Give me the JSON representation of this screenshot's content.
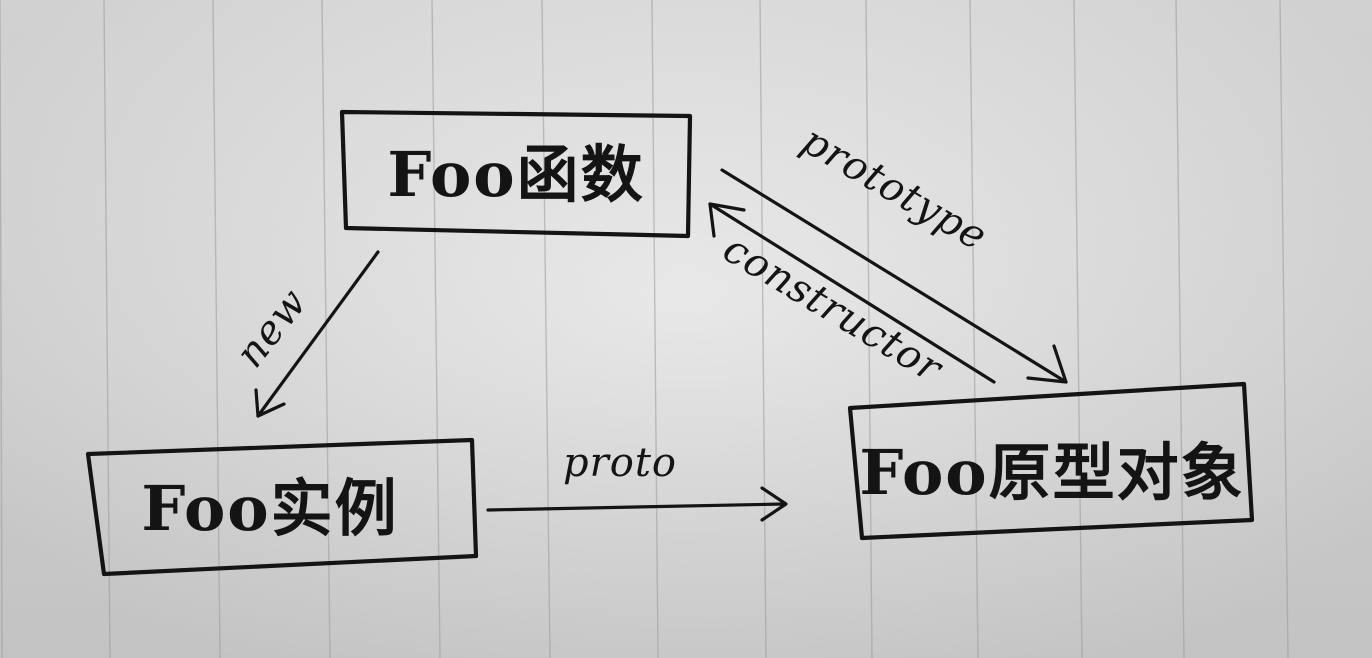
{
  "nodes": {
    "foo_function": "Foo函数",
    "foo_instance": "Foo实例",
    "foo_prototype": "Foo原型对象"
  },
  "edges": {
    "new": "new",
    "proto": "proto",
    "prototype": "prototype",
    "constructor": "constructor"
  },
  "colors": {
    "ink": "#141414",
    "paper": "#e4e4e4",
    "rule_lines": "#9a9a9a"
  }
}
